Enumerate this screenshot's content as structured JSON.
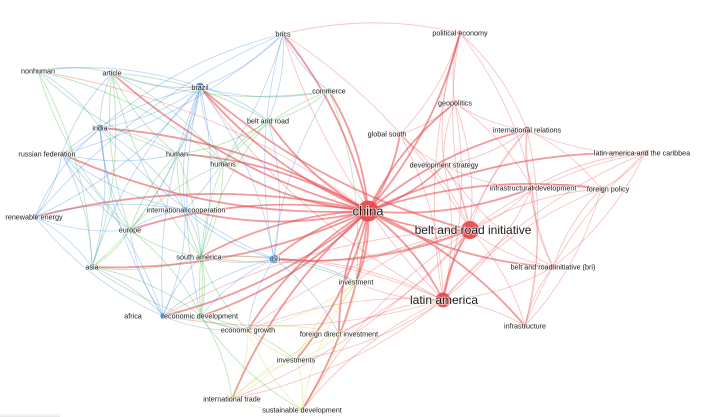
{
  "colors": {
    "red": "#e8464a",
    "blue": "#3a8ad6",
    "green": "#3fad3c",
    "yellow": "#c9cc3c"
  },
  "nodes": [
    {
      "id": "china",
      "label": "china",
      "cluster": "red",
      "weight": 10
    },
    {
      "id": "bri_init",
      "label": "belt and road initiative",
      "cluster": "red",
      "weight": 8
    },
    {
      "id": "latam",
      "label": "latin america",
      "cluster": "red",
      "weight": 7
    },
    {
      "id": "pol_econ",
      "label": "political economy",
      "cluster": "red",
      "weight": 2
    },
    {
      "id": "geopolitics",
      "label": "geopolitics",
      "cluster": "red",
      "weight": 2
    },
    {
      "id": "global_south",
      "label": "global south",
      "cluster": "red",
      "weight": 2
    },
    {
      "id": "intl_rel",
      "label": "international relations",
      "cluster": "red",
      "weight": 3
    },
    {
      "id": "dev_strategy",
      "label": "development strategy",
      "cluster": "red",
      "weight": 2
    },
    {
      "id": "lac",
      "label": "latin america and the caribbea",
      "cluster": "red",
      "weight": 2
    },
    {
      "id": "infra_dev",
      "label": "infrastructural development",
      "cluster": "red",
      "weight": 2
    },
    {
      "id": "foreign_policy",
      "label": "foreign policy",
      "cluster": "red",
      "weight": 2
    },
    {
      "id": "bri_paren",
      "label": "belt and road initiative (bri)",
      "cluster": "red",
      "weight": 2
    },
    {
      "id": "infrastructure",
      "label": "infrastructure",
      "cluster": "red",
      "weight": 2
    },
    {
      "id": "brics",
      "label": "brics",
      "cluster": "blue",
      "weight": 2
    },
    {
      "id": "brazil",
      "label": "brazil",
      "cluster": "blue",
      "weight": 4
    },
    {
      "id": "india",
      "label": "india",
      "cluster": "blue",
      "weight": 3
    },
    {
      "id": "russia",
      "label": "russian federation",
      "cluster": "blue",
      "weight": 2
    },
    {
      "id": "renewable",
      "label": "renewable energy",
      "cluster": "blue",
      "weight": 2
    },
    {
      "id": "intl_coop",
      "label": "international cooperation",
      "cluster": "blue",
      "weight": 2
    },
    {
      "id": "bri",
      "label": "bri",
      "cluster": "blue",
      "weight": 4
    },
    {
      "id": "africa",
      "label": "africa",
      "cluster": "blue",
      "weight": 2
    },
    {
      "id": "nonhuman",
      "label": "nonhuman",
      "cluster": "green",
      "weight": 1
    },
    {
      "id": "article",
      "label": "article",
      "cluster": "green",
      "weight": 2
    },
    {
      "id": "commerce",
      "label": "commerce",
      "cluster": "green",
      "weight": 2
    },
    {
      "id": "belt_road",
      "label": "belt and road",
      "cluster": "green",
      "weight": 2
    },
    {
      "id": "human",
      "label": "human",
      "cluster": "green",
      "weight": 2
    },
    {
      "id": "humans",
      "label": "humans",
      "cluster": "green",
      "weight": 2
    },
    {
      "id": "europe",
      "label": "europe",
      "cluster": "green",
      "weight": 2
    },
    {
      "id": "asia",
      "label": "asia",
      "cluster": "green",
      "weight": 2
    },
    {
      "id": "south_america",
      "label": "south america",
      "cluster": "green",
      "weight": 2
    },
    {
      "id": "econ_dev",
      "label": "economic development",
      "cluster": "green",
      "weight": 2
    },
    {
      "id": "econ_growth",
      "label": "economic growth",
      "cluster": "yellow",
      "weight": 2
    },
    {
      "id": "investment",
      "label": "investment",
      "cluster": "yellow",
      "weight": 2
    },
    {
      "id": "fdi",
      "label": "foreign direct investment",
      "cluster": "yellow",
      "weight": 2
    },
    {
      "id": "investments",
      "label": "investments",
      "cluster": "yellow",
      "weight": 2
    },
    {
      "id": "intl_trade",
      "label": "international trade",
      "cluster": "yellow",
      "weight": 2
    },
    {
      "id": "sust_dev",
      "label": "sustainable development",
      "cluster": "yellow",
      "weight": 2
    }
  ],
  "links": [
    [
      "china",
      "bri_init"
    ],
    [
      "china",
      "latam"
    ],
    [
      "china",
      "pol_econ"
    ],
    [
      "china",
      "geopolitics"
    ],
    [
      "china",
      "global_south"
    ],
    [
      "china",
      "intl_rel"
    ],
    [
      "china",
      "dev_strategy"
    ],
    [
      "china",
      "lac"
    ],
    [
      "china",
      "infra_dev"
    ],
    [
      "china",
      "foreign_policy"
    ],
    [
      "china",
      "bri_paren"
    ],
    [
      "china",
      "infrastructure"
    ],
    [
      "china",
      "brics"
    ],
    [
      "china",
      "brazil"
    ],
    [
      "china",
      "india"
    ],
    [
      "china",
      "russia"
    ],
    [
      "china",
      "renewable"
    ],
    [
      "china",
      "intl_coop"
    ],
    [
      "china",
      "bri"
    ],
    [
      "china",
      "africa"
    ],
    [
      "china",
      "nonhuman"
    ],
    [
      "china",
      "article"
    ],
    [
      "china",
      "commerce"
    ],
    [
      "china",
      "belt_road"
    ],
    [
      "china",
      "human"
    ],
    [
      "china",
      "humans"
    ],
    [
      "china",
      "europe"
    ],
    [
      "china",
      "asia"
    ],
    [
      "china",
      "south_america"
    ],
    [
      "china",
      "econ_dev"
    ],
    [
      "china",
      "econ_growth"
    ],
    [
      "china",
      "investment"
    ],
    [
      "china",
      "fdi"
    ],
    [
      "china",
      "investments"
    ],
    [
      "china",
      "intl_trade"
    ],
    [
      "china",
      "sust_dev"
    ],
    [
      "bri_init",
      "latam"
    ],
    [
      "bri_init",
      "pol_econ"
    ],
    [
      "bri_init",
      "geopolitics"
    ],
    [
      "bri_init",
      "intl_rel"
    ],
    [
      "bri_init",
      "dev_strategy"
    ],
    [
      "bri_init",
      "lac"
    ],
    [
      "bri_init",
      "infra_dev"
    ],
    [
      "bri_init",
      "foreign_policy"
    ],
    [
      "bri_init",
      "bri_paren"
    ],
    [
      "bri_init",
      "infrastructure"
    ],
    [
      "bri_init",
      "global_south"
    ],
    [
      "bri_init",
      "brazil"
    ],
    [
      "bri_init",
      "brics"
    ],
    [
      "bri_init",
      "bri"
    ],
    [
      "bri_init",
      "investment"
    ],
    [
      "bri_init",
      "fdi"
    ],
    [
      "bri_init",
      "econ_growth"
    ],
    [
      "bri_init",
      "intl_trade"
    ],
    [
      "bri_init",
      "sust_dev"
    ],
    [
      "bri_init",
      "south_america"
    ],
    [
      "bri_init",
      "africa"
    ],
    [
      "latam",
      "pol_econ"
    ],
    [
      "latam",
      "geopolitics"
    ],
    [
      "latam",
      "intl_rel"
    ],
    [
      "latam",
      "dev_strategy"
    ],
    [
      "latam",
      "lac"
    ],
    [
      "latam",
      "infra_dev"
    ],
    [
      "latam",
      "foreign_policy"
    ],
    [
      "latam",
      "bri_paren"
    ],
    [
      "latam",
      "infrastructure"
    ],
    [
      "latam",
      "global_south"
    ],
    [
      "latam",
      "brazil"
    ],
    [
      "latam",
      "bri"
    ],
    [
      "latam",
      "investment"
    ],
    [
      "latam",
      "fdi"
    ],
    [
      "latam",
      "investments"
    ],
    [
      "latam",
      "econ_growth"
    ],
    [
      "latam",
      "intl_trade"
    ],
    [
      "latam",
      "sust_dev"
    ],
    [
      "latam",
      "africa"
    ],
    [
      "latam",
      "south_america"
    ],
    [
      "latam",
      "brics"
    ],
    [
      "pol_econ",
      "geopolitics"
    ],
    [
      "pol_econ",
      "intl_rel"
    ],
    [
      "pol_econ",
      "dev_strategy"
    ],
    [
      "pol_econ",
      "global_south"
    ],
    [
      "pol_econ",
      "brics"
    ],
    [
      "pol_econ",
      "infra_dev"
    ],
    [
      "geopolitics",
      "intl_rel"
    ],
    [
      "geopolitics",
      "global_south"
    ],
    [
      "geopolitics",
      "dev_strategy"
    ],
    [
      "geopolitics",
      "infra_dev"
    ],
    [
      "intl_rel",
      "lac"
    ],
    [
      "intl_rel",
      "foreign_policy"
    ],
    [
      "intl_rel",
      "infra_dev"
    ],
    [
      "intl_rel",
      "dev_strategy"
    ],
    [
      "intl_rel",
      "bri_paren"
    ],
    [
      "intl_rel",
      "infrastructure"
    ],
    [
      "dev_strategy",
      "infra_dev"
    ],
    [
      "dev_strategy",
      "global_south"
    ],
    [
      "dev_strategy",
      "bri_paren"
    ],
    [
      "lac",
      "foreign_policy"
    ],
    [
      "lac",
      "infra_dev"
    ],
    [
      "lac",
      "bri_paren"
    ],
    [
      "lac",
      "infrastructure"
    ],
    [
      "infra_dev",
      "foreign_policy"
    ],
    [
      "infra_dev",
      "bri_paren"
    ],
    [
      "infra_dev",
      "infrastructure"
    ],
    [
      "foreign_policy",
      "bri_paren"
    ],
    [
      "foreign_policy",
      "infrastructure"
    ],
    [
      "bri_paren",
      "infrastructure"
    ],
    [
      "brics",
      "brazil"
    ],
    [
      "brics",
      "india"
    ],
    [
      "brics",
      "russia"
    ],
    [
      "brics",
      "commerce"
    ],
    [
      "brics",
      "belt_road"
    ],
    [
      "brics",
      "bri"
    ],
    [
      "brics",
      "intl_coop"
    ],
    [
      "brics",
      "renewable"
    ],
    [
      "brazil",
      "india"
    ],
    [
      "brazil",
      "russia"
    ],
    [
      "brazil",
      "renewable"
    ],
    [
      "brazil",
      "intl_coop"
    ],
    [
      "brazil",
      "bri"
    ],
    [
      "brazil",
      "africa"
    ],
    [
      "brazil",
      "article"
    ],
    [
      "brazil",
      "nonhuman"
    ],
    [
      "brazil",
      "human"
    ],
    [
      "brazil",
      "humans"
    ],
    [
      "brazil",
      "europe"
    ],
    [
      "brazil",
      "asia"
    ],
    [
      "brazil",
      "south_america"
    ],
    [
      "brazil",
      "commerce"
    ],
    [
      "brazil",
      "belt_road"
    ],
    [
      "brazil",
      "econ_dev"
    ],
    [
      "india",
      "russia"
    ],
    [
      "india",
      "renewable"
    ],
    [
      "india",
      "intl_coop"
    ],
    [
      "india",
      "africa"
    ],
    [
      "india",
      "article"
    ],
    [
      "india",
      "nonhuman"
    ],
    [
      "india",
      "human"
    ],
    [
      "india",
      "europe"
    ],
    [
      "india",
      "asia"
    ],
    [
      "india",
      "bri"
    ],
    [
      "russia",
      "renewable"
    ],
    [
      "russia",
      "intl_coop"
    ],
    [
      "russia",
      "africa"
    ],
    [
      "russia",
      "europe"
    ],
    [
      "russia",
      "asia"
    ],
    [
      "russia",
      "human"
    ],
    [
      "russia",
      "article"
    ],
    [
      "renewable",
      "europe"
    ],
    [
      "renewable",
      "asia"
    ],
    [
      "renewable",
      "africa"
    ],
    [
      "renewable",
      "intl_coop"
    ],
    [
      "intl_coop",
      "bri"
    ],
    [
      "intl_coop",
      "africa"
    ],
    [
      "intl_coop",
      "europe"
    ],
    [
      "intl_coop",
      "south_america"
    ],
    [
      "bri",
      "africa"
    ],
    [
      "bri",
      "south_america"
    ],
    [
      "bri",
      "econ_dev"
    ],
    [
      "bri",
      "investment"
    ],
    [
      "bri",
      "econ_growth"
    ],
    [
      "bri",
      "fdi"
    ],
    [
      "bri",
      "belt_road"
    ],
    [
      "bri",
      "commerce"
    ],
    [
      "africa",
      "asia"
    ],
    [
      "africa",
      "europe"
    ],
    [
      "africa",
      "econ_dev"
    ],
    [
      "africa",
      "south_america"
    ],
    [
      "africa",
      "econ_growth"
    ],
    [
      "nonhuman",
      "article"
    ],
    [
      "nonhuman",
      "human"
    ],
    [
      "nonhuman",
      "humans"
    ],
    [
      "nonhuman",
      "europe"
    ],
    [
      "nonhuman",
      "asia"
    ],
    [
      "article",
      "human"
    ],
    [
      "article",
      "humans"
    ],
    [
      "article",
      "europe"
    ],
    [
      "article",
      "asia"
    ],
    [
      "article",
      "commerce"
    ],
    [
      "article",
      "belt_road"
    ],
    [
      "article",
      "south_america"
    ],
    [
      "commerce",
      "belt_road"
    ],
    [
      "commerce",
      "humans"
    ],
    [
      "commerce",
      "investment"
    ],
    [
      "belt_road",
      "humans"
    ],
    [
      "belt_road",
      "human"
    ],
    [
      "belt_road",
      "south_america"
    ],
    [
      "human",
      "humans"
    ],
    [
      "human",
      "europe"
    ],
    [
      "human",
      "asia"
    ],
    [
      "human",
      "south_america"
    ],
    [
      "human",
      "econ_dev"
    ],
    [
      "humans",
      "europe"
    ],
    [
      "humans",
      "south_america"
    ],
    [
      "humans",
      "econ_dev"
    ],
    [
      "europe",
      "asia"
    ],
    [
      "europe",
      "south_america"
    ],
    [
      "europe",
      "econ_dev"
    ],
    [
      "asia",
      "south_america"
    ],
    [
      "asia",
      "econ_dev"
    ],
    [
      "asia",
      "econ_growth"
    ],
    [
      "south_america",
      "econ_dev"
    ],
    [
      "south_america",
      "econ_growth"
    ],
    [
      "south_america",
      "investment"
    ],
    [
      "econ_dev",
      "econ_growth"
    ],
    [
      "econ_dev",
      "intl_trade"
    ],
    [
      "econ_dev",
      "sust_dev"
    ],
    [
      "econ_dev",
      "investments"
    ],
    [
      "econ_growth",
      "investment"
    ],
    [
      "econ_growth",
      "fdi"
    ],
    [
      "econ_growth",
      "investments"
    ],
    [
      "econ_growth",
      "intl_trade"
    ],
    [
      "econ_growth",
      "sust_dev"
    ],
    [
      "investment",
      "fdi"
    ],
    [
      "investment",
      "investments"
    ],
    [
      "investment",
      "intl_trade"
    ],
    [
      "investment",
      "sust_dev"
    ],
    [
      "fdi",
      "investments"
    ],
    [
      "fdi",
      "intl_trade"
    ],
    [
      "fdi",
      "sust_dev"
    ],
    [
      "investments",
      "intl_trade"
    ],
    [
      "investments",
      "sust_dev"
    ],
    [
      "intl_trade",
      "sust_dev"
    ]
  ]
}
